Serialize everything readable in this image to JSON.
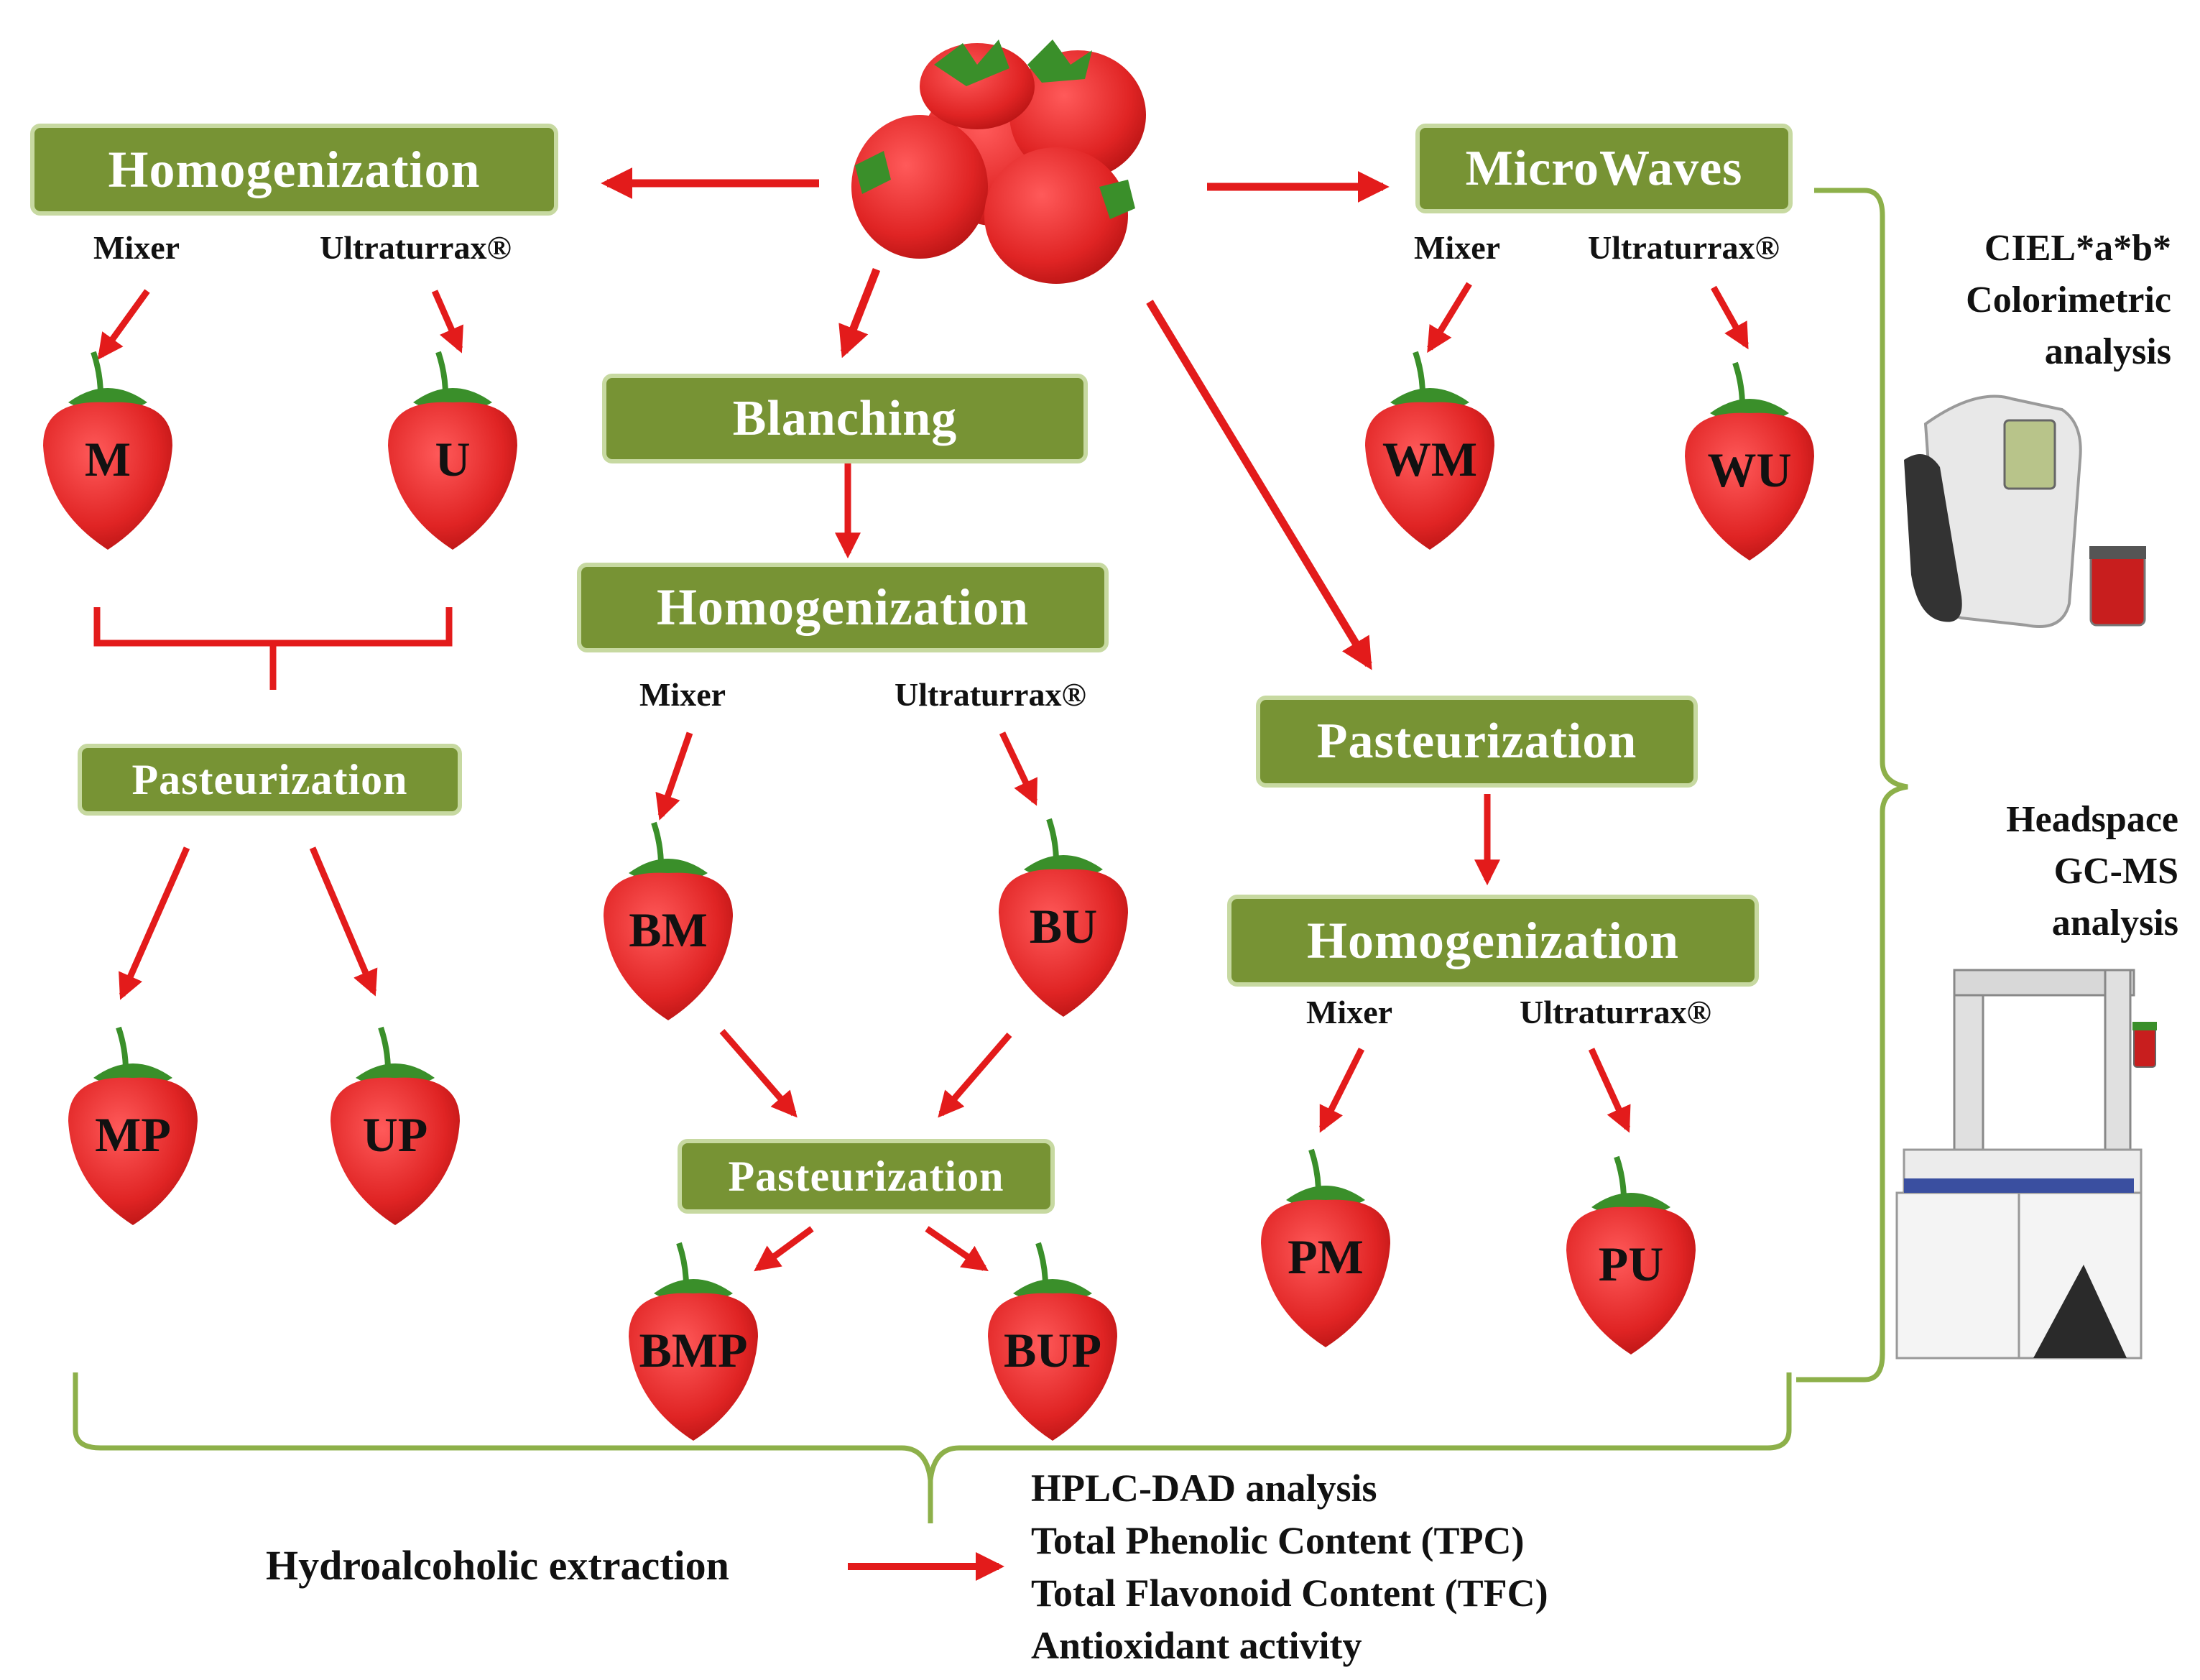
{
  "colors": {
    "box_fill": "#779334",
    "box_border": "#c7d9a1",
    "arrow": "#e31b1b",
    "brace": "#8db04a",
    "berry": "#e63232"
  },
  "boxes": {
    "homogenization_left": "Homogenization",
    "microwaves": "MicroWaves",
    "blanching": "Blanching",
    "homogenization_center": "Homogenization",
    "pasteurization_left": "Pasteurization",
    "pasteurization_center": "Pasteurization",
    "pasteurization_right": "Pasteurization",
    "homogenization_right": "Homogenization"
  },
  "labels": {
    "mixer": "Mixer",
    "ultraturrax": "Ultraturrax®"
  },
  "samples": {
    "M": "M",
    "U": "U",
    "MP": "MP",
    "UP": "UP",
    "BM": "BM",
    "BU": "BU",
    "BMP": "BMP",
    "BUP": "BUP",
    "WM": "WM",
    "WU": "WU",
    "PM": "PM",
    "PU": "PU"
  },
  "analyses": {
    "colorimetric": [
      "CIEL*a*b*",
      "Colorimetric",
      "analysis"
    ],
    "gcms": [
      "Headspace",
      "GC-MS",
      "analysis"
    ],
    "extraction": "Hydroalcoholic  extraction",
    "extraction_results": [
      "HPLC-DAD analysis",
      "Total Phenolic Content (TPC)",
      "Total Flavonoid Content (TFC)",
      "Antioxidant  activity"
    ]
  },
  "icons": [
    "strawberry-cluster-icon",
    "strawberry-icon",
    "colorimeter-icon",
    "gc-ms-instrument-icon",
    "sample-vial-icon"
  ]
}
